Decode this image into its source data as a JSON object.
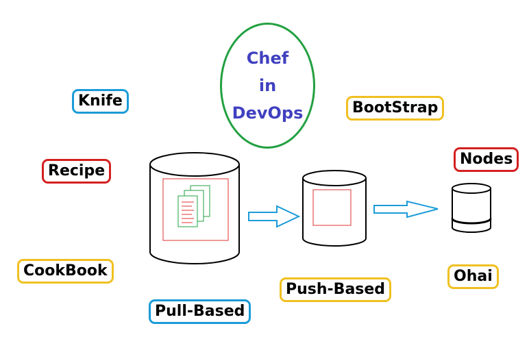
{
  "title": {
    "lines": [
      "Chef",
      "in",
      "DevOps"
    ],
    "text_color": "#4040c0",
    "border_color": "#22a040"
  },
  "labels": {
    "knife": "Knife",
    "recipe": "Recipe",
    "cookbook": "CookBook",
    "pull_based": "Pull-Based",
    "bootstrap": "BootStrap",
    "push_based": "Push-Based",
    "nodes": "Nodes",
    "ohai": "Ohai"
  },
  "colors": {
    "blue_border": "#1a9bd8",
    "red_border": "#d42020",
    "yellow_border": "#f0c020",
    "arrow": "#1a9bd8",
    "inner_square": "#e03030",
    "document": "#22a040",
    "document_lines": "#e03030"
  },
  "icons": [
    "server-cylinder-icon",
    "documents-icon",
    "arrow-right-icon",
    "node-cylinder-icon"
  ]
}
